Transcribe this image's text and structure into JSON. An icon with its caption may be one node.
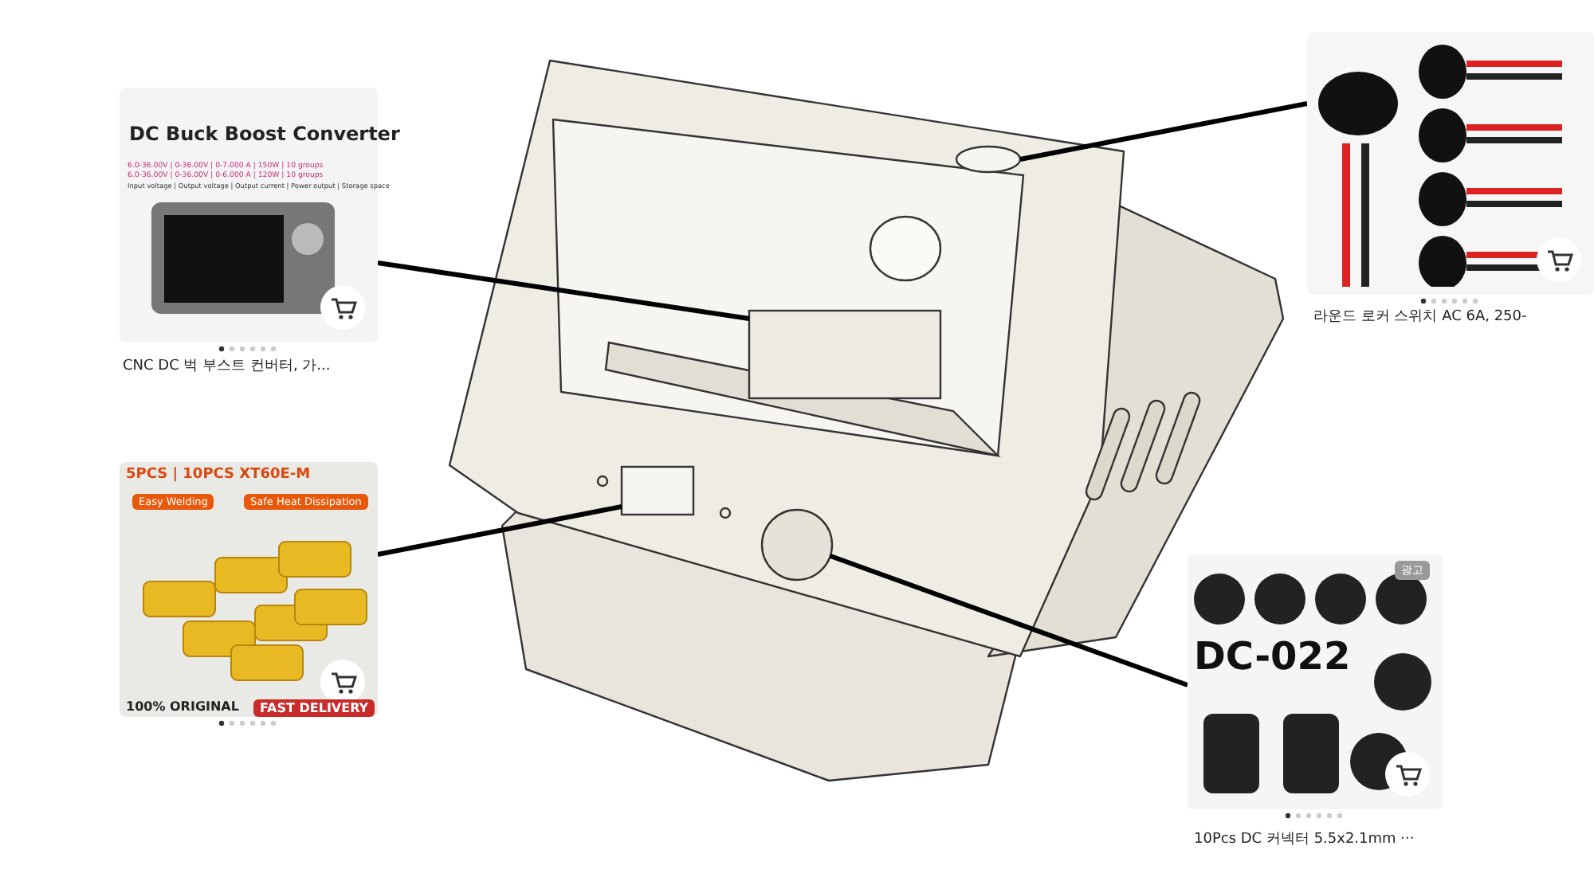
{
  "diagram": {
    "nodes": [
      {
        "text": [],
        "shape": "picture"
      },
      {
        "text": [],
        "shape": "box",
        "in": 0
      },
      {
        "text": [],
        "shape": "circle",
        "in": 0
      },
      {
        "text": [],
        "shape": "box",
        "in": 0
      },
      {
        "text": [],
        "shape": "circle",
        "in": 0
      },
      {
        "text": [
          "DC Buck Boost Converter",
          "6.0-36.00V | 0-36.00V | 0-7.000 A | 150W | 10 groups",
          "6.0-36.00V | 0-36.00V | 0-6.000 A | 120W | 10 groups",
          "Input voltage | Output voltage | Output current | Power output | Storage space",
          "CNC DC 벅 부스트 컨버터, 가..."
        ]
      },
      {
        "text": [
          "라운드 로커 스위치 AC 6A, 250-"
        ]
      },
      {
        "text": [
          "5PCS | 10PCS XT60E-M",
          "Easy Welding",
          "Safe Heat Dissipation",
          "100% ORIGINAL",
          "FAST DELIVERY"
        ]
      },
      {
        "text": [
          "광고",
          "DC-022",
          "10Pcs DC 커넥터 5.5x2.1mm ···"
        ]
      }
    ],
    "edges": [
      {
        "from": 5,
        "to": 1,
        "arrow": "none"
      },
      {
        "from": 6,
        "to": 2,
        "arrow": "none"
      },
      {
        "from": 7,
        "to": 3,
        "arrow": "none"
      },
      {
        "from": 8,
        "to": 4,
        "arrow": "none"
      }
    ]
  }
}
